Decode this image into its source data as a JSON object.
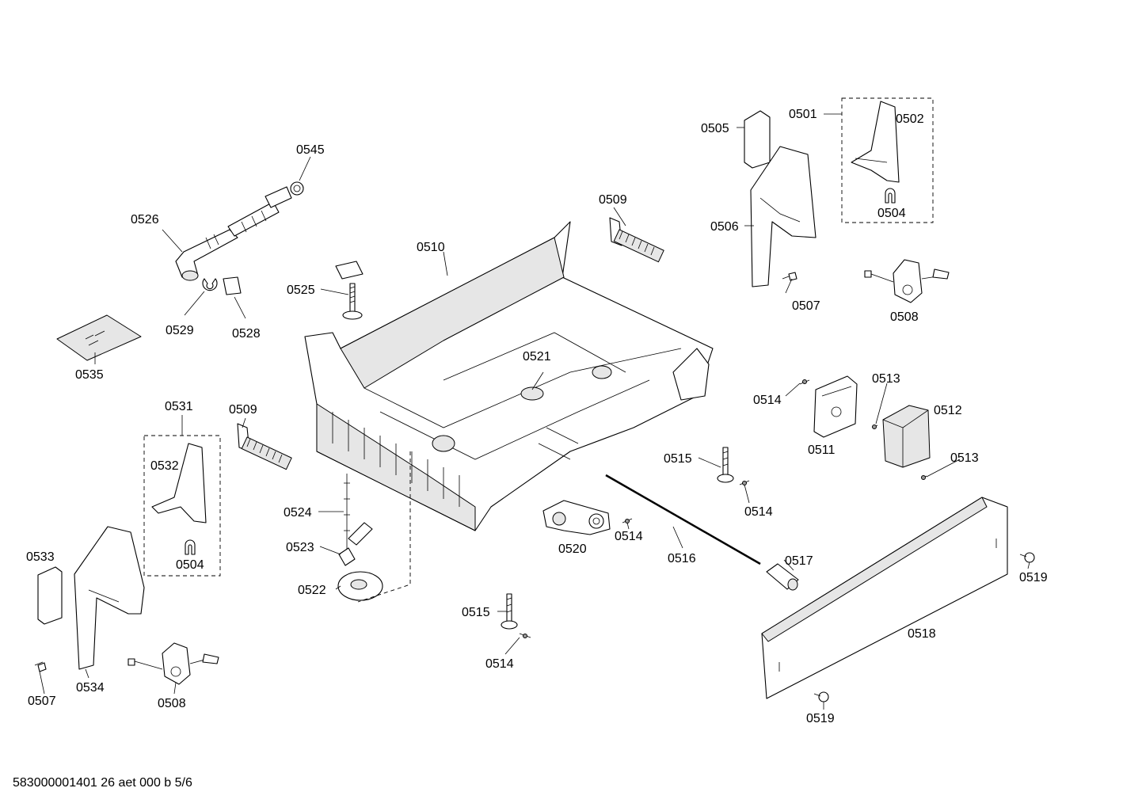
{
  "diagram": {
    "callouts": [
      "0501",
      "0502",
      "0504",
      "0504",
      "0505",
      "0506",
      "0507",
      "0507",
      "0508",
      "0508",
      "0509",
      "0509",
      "0510",
      "0511",
      "0512",
      "0513",
      "0513",
      "0514",
      "0514",
      "0514",
      "0514",
      "0515",
      "0515",
      "0516",
      "0517",
      "0518",
      "0519",
      "0519",
      "0520",
      "0521",
      "0522",
      "0523",
      "0524",
      "0525",
      "0526",
      "0528",
      "0529",
      "0531",
      "0532",
      "0533",
      "0534",
      "0535",
      "0545"
    ],
    "footer": "583000001401 26 aet 000 b 5/6"
  }
}
